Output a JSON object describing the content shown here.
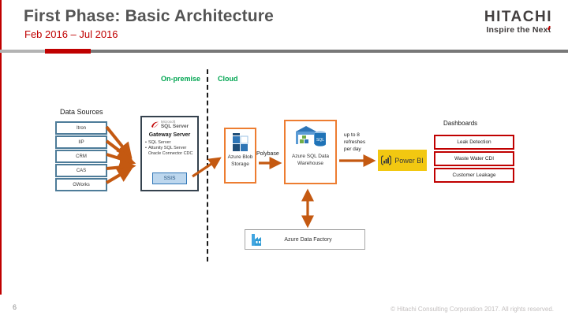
{
  "slide": {
    "title": "First Phase: Basic Architecture",
    "subtitle": "Feb 2016 – Jul 2016",
    "page_number": "6",
    "copyright": "© Hitachi Consulting Corporation 2017. All rights reserved.",
    "logo": {
      "name": "HITACHI",
      "tagline": "Inspire the Next"
    }
  },
  "zones": {
    "on_premise": "On-premise",
    "cloud": "Cloud"
  },
  "data_sources": {
    "label": "Data Sources",
    "items": [
      "Itron",
      "IIP",
      "CRM",
      "CAS",
      "GWorks"
    ]
  },
  "gateway": {
    "logo_brand": "Microsoft",
    "logo_product": "SQL Server",
    "title": "Gateway Server",
    "bullet_marker": "•",
    "bullets": [
      "SQL Server",
      "Attunity SQL Server Oracle Connector CDC"
    ],
    "ssis_label": "SSIS"
  },
  "cloud": {
    "blob_label": "Azure Blob Storage",
    "polybase_label": "Polybase",
    "dw_label": "Azure SQL Data Warehouse",
    "refresh_note": "up to 8 refreshes per day",
    "power_bi_label": "Power BI",
    "adf_label": "Azure Data Factory"
  },
  "dashboards": {
    "label": "Dashboards",
    "items": [
      "Leak Detection",
      "Waste Water CDI",
      "Customer Leakage"
    ]
  },
  "colors": {
    "accent_red": "#C00000",
    "accent_orange_border": "#ED7D31",
    "arrow_orange": "#C45911",
    "zone_green": "#00A551",
    "source_box_blue": "#4e7c99",
    "ssis_fill": "#BDD7EE",
    "power_bi_yellow": "#F2C811"
  }
}
